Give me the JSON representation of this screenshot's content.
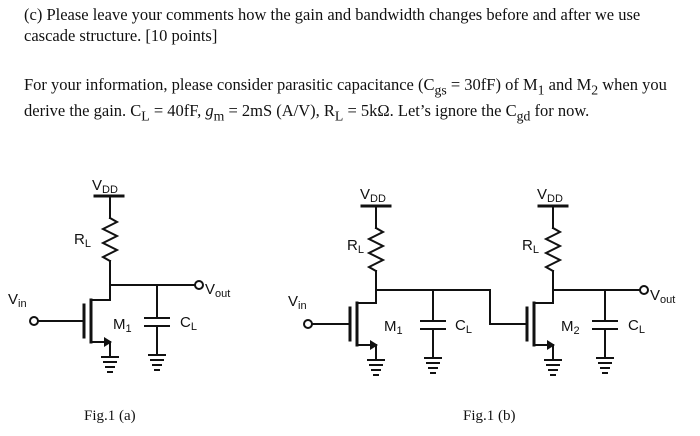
{
  "question": {
    "part_c": "(c) Please leave your comments how the gain and bandwidth changes before and after we use cascade structure. [10 points]",
    "info": {
      "t1": "For your information, please consider parasitic capacitance (C",
      "sub_gs": "gs",
      "t2": " = 30fF) of M",
      "sub_1": "1",
      "t3": " and M",
      "sub_2": "2",
      "t4": " when you derive the gain. C",
      "sub_L": "L",
      "t5": " = 40fF, ",
      "g_italic": "g",
      "sub_m": "m",
      "t6": " = 2mS (A/V), R",
      "sub_L2": "L",
      "t7": " = 5kΩ. Let’s ignore the C",
      "sub_gd": "gd",
      "t8": " for now."
    }
  },
  "circuit_labels": {
    "vdd_main": "V",
    "vdd_sub": "DD",
    "rl_main": "R",
    "rl_sub": "L",
    "vin_main": "V",
    "vin_sub": "in",
    "vout_main": "V",
    "vout_sub": "out",
    "m1": "M",
    "m1_sub": "1",
    "m2": "M",
    "m2_sub": "2",
    "cl_main": "C",
    "cl_sub": "L"
  },
  "captions": {
    "fig_a": "Fig.1 (a)",
    "fig_b": "Fig.1 (b)"
  }
}
